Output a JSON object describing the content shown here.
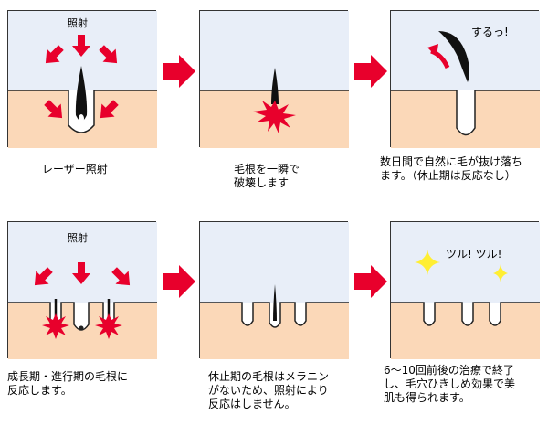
{
  "colors": {
    "sky": "#e8eef8",
    "skin": "#fbd8b8",
    "red": "#e8002c",
    "follicle": "#ffffff",
    "outline": "#222222",
    "sparkle": "#ffee33"
  },
  "panels": {
    "p1": {
      "label": "照射",
      "caption": "レーザー照射"
    },
    "p2": {
      "caption_l1": "毛根を一瞬で",
      "caption_l2": "破壊します"
    },
    "p3": {
      "label": "するっ!",
      "caption_l1": "数日間で自然に毛が抜け落ち",
      "caption_l2": "ます。（休止期は反応なし）"
    },
    "p4": {
      "label": "照射",
      "caption_l1": "成長期・進行期の毛根に",
      "caption_l2": "反応します。"
    },
    "p5": {
      "caption_l1": "休止期の毛根はメラニン",
      "caption_l2": "がないため、照射により",
      "caption_l3": "反応はしません。"
    },
    "p6": {
      "label": "ツル! ツル!",
      "caption_l1": "6〜10回前後の治療で終了",
      "caption_l2": "し、毛穴ひきしめ効果で美",
      "caption_l3": "肌も得られます。"
    }
  }
}
